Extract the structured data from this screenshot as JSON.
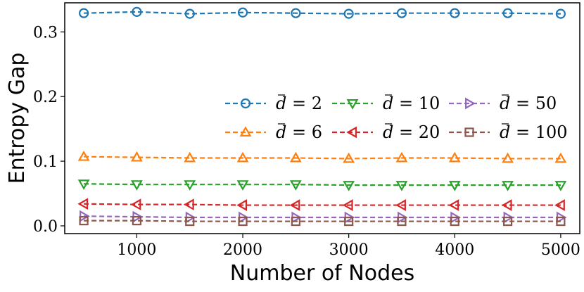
{
  "chart_data": {
    "type": "line",
    "xlabel": "Number of Nodes",
    "ylabel": "Entropy Gap",
    "xlim": [
      320,
      5180
    ],
    "ylim": [
      -0.012,
      0.345
    ],
    "x_ticks": [
      1000,
      2000,
      3000,
      4000,
      5000
    ],
    "y_ticks": [
      0.0,
      0.1,
      0.2,
      0.3
    ],
    "y_tick_labels": [
      "0.0",
      "0.1",
      "0.2",
      "0.3"
    ],
    "x": [
      500,
      1000,
      1500,
      2000,
      2500,
      3000,
      3500,
      4000,
      4500,
      5000
    ],
    "grid": false,
    "legend_position": "right",
    "series": [
      {
        "name": "d̄ = 2",
        "label_var": "d",
        "label_value": "2",
        "color": "#1f77b4",
        "marker": "circle",
        "values": [
          0.329,
          0.331,
          0.328,
          0.33,
          0.329,
          0.328,
          0.329,
          0.329,
          0.329,
          0.328
        ]
      },
      {
        "name": "d̄ = 6",
        "label_var": "d",
        "label_value": "6",
        "color": "#ff7f0e",
        "marker": "triangle-up",
        "values": [
          0.107,
          0.106,
          0.105,
          0.105,
          0.105,
          0.104,
          0.105,
          0.105,
          0.104,
          0.104
        ]
      },
      {
        "name": "d̄ = 10",
        "label_var": "d",
        "label_value": "10",
        "color": "#2ca02c",
        "marker": "triangle-down",
        "values": [
          0.065,
          0.064,
          0.064,
          0.064,
          0.064,
          0.063,
          0.063,
          0.063,
          0.063,
          0.063
        ]
      },
      {
        "name": "d̄ = 20",
        "label_var": "d",
        "label_value": "20",
        "color": "#d62728",
        "marker": "triangle-left",
        "values": [
          0.034,
          0.033,
          0.033,
          0.032,
          0.032,
          0.032,
          0.032,
          0.032,
          0.032,
          0.032
        ]
      },
      {
        "name": "d̄ = 50",
        "label_var": "d",
        "label_value": "50",
        "color": "#9467bd",
        "marker": "triangle-right",
        "values": [
          0.015,
          0.014,
          0.013,
          0.013,
          0.013,
          0.013,
          0.013,
          0.013,
          0.013,
          0.013
        ]
      },
      {
        "name": "d̄ = 100",
        "label_var": "d",
        "label_value": "100",
        "color": "#8c564b",
        "marker": "square",
        "values": [
          0.008,
          0.008,
          0.007,
          0.007,
          0.007,
          0.007,
          0.007,
          0.007,
          0.007,
          0.007
        ]
      }
    ],
    "legend_columns": [
      [
        0,
        1
      ],
      [
        2,
        3
      ],
      [
        4,
        5
      ]
    ]
  }
}
